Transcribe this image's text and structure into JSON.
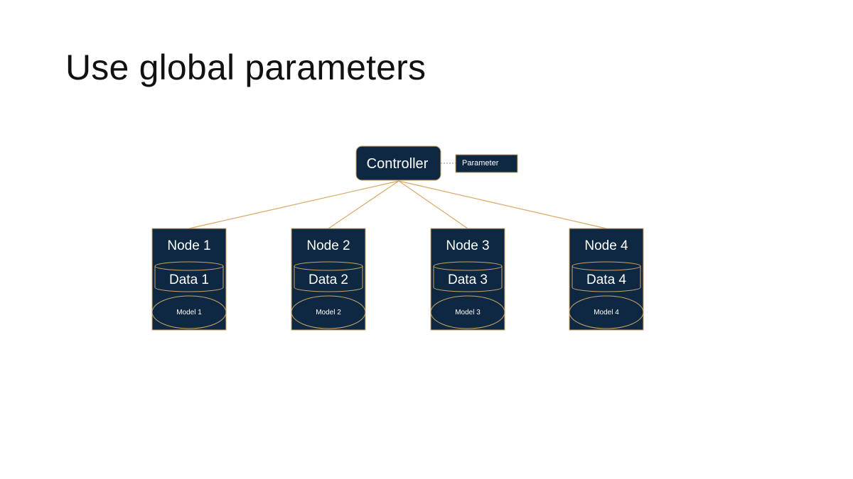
{
  "slide": {
    "title": "Use global parameters"
  },
  "diagram": {
    "controller": {
      "label": "Controller"
    },
    "parameter": {
      "label": "Parameter"
    },
    "nodes": [
      {
        "label": "Node 1",
        "data": "Data 1",
        "model": "Model 1"
      },
      {
        "label": "Node 2",
        "data": "Data 2",
        "model": "Model 2"
      },
      {
        "label": "Node 3",
        "data": "Data 3",
        "model": "Model 3"
      },
      {
        "label": "Node 4",
        "data": "Data 4",
        "model": "Model 4"
      }
    ],
    "colors": {
      "box_fill": "#0e2841",
      "accent_line": "#d9a866",
      "box_border": "#c9a46b"
    }
  }
}
